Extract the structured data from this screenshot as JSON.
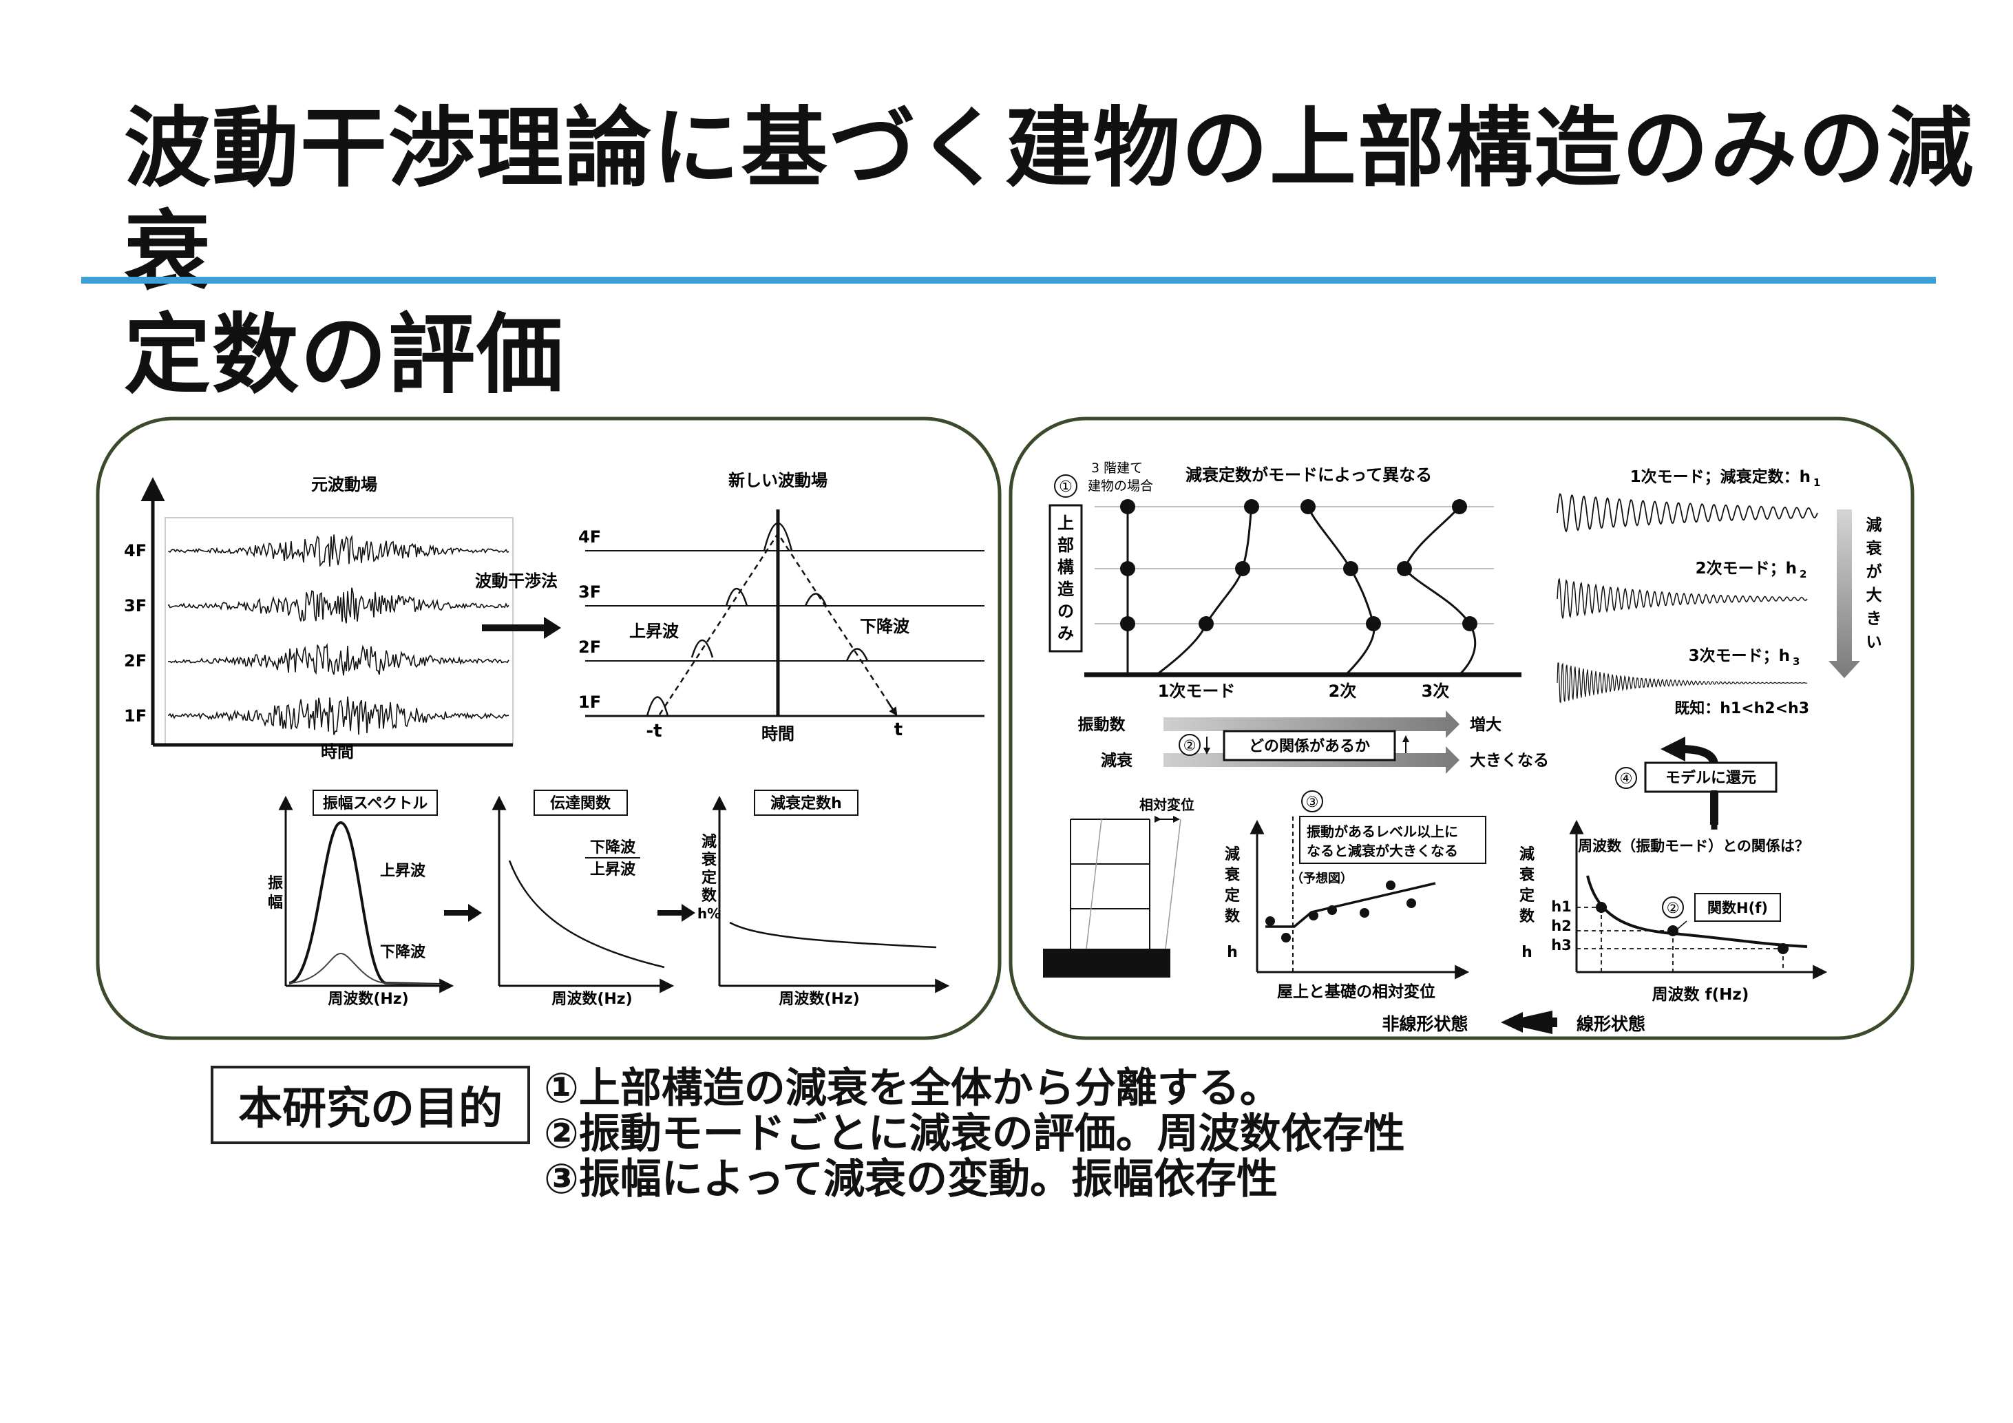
{
  "title": {
    "line1": "波動干渉理論に基づく建物の上部構造のみの減衰",
    "line2": "定数の評価"
  },
  "left_panel": {
    "original_field": "元波動場",
    "new_field": "新しい波動場",
    "floors": [
      "4F",
      "3F",
      "2F",
      "1F"
    ],
    "time": "時間",
    "method": "波動干渉法",
    "upgoing": "上昇波",
    "downgoing": "下降波",
    "minus_t": "-t",
    "t": "t",
    "spectrum_title": "振幅スペクトル",
    "transfer_title": "伝達関数",
    "damping_title": "減衰定数h",
    "amplitude_ylabel": [
      "振",
      "幅"
    ],
    "freq_label": "周波数(Hz)",
    "ratio_num": "下降波",
    "ratio_den": "上昇波",
    "damping_ylabel": [
      "減",
      "衰",
      "定",
      "数",
      "h%"
    ]
  },
  "right_panel": {
    "step1": "①",
    "three_story": [
      "3 階建て",
      "建物の場合"
    ],
    "mode_note": "減衰定数がモードによって異なる",
    "superstructure_only": [
      "上",
      "部",
      "構",
      "造",
      "の",
      "み"
    ],
    "mode1": "1次モード",
    "mode2": "2次",
    "mode3": "3次",
    "wave1": [
      "1次モード；減衰定数：h",
      "1"
    ],
    "wave2": [
      "2次モード；h",
      "2"
    ],
    "wave3": [
      "3次モード；h",
      "3"
    ],
    "known": "既知：h1<h2<h3",
    "damping_larger": [
      "減",
      "衰",
      "が",
      "大",
      "き",
      "い"
    ],
    "frequency": "振動数",
    "damping": "減衰",
    "step2": "②",
    "relation": "どの関係があるか",
    "increase": "増大",
    "becomes_larger": "大きくなる",
    "step4": "④",
    "return_model": "モデルに還元",
    "step3": "③",
    "relative_disp": "相対変位",
    "amp_note": [
      "振動があるレベル以上に",
      "なると減衰が大きくなる"
    ],
    "forecast": "（予想図）",
    "damping_h_label": [
      "減",
      "衰",
      "定",
      "数",
      "h"
    ],
    "xlabel_rel": "屋上と基礎の相対変位",
    "freq_mode_question": "周波数（振動モード）との関係は？",
    "func_label": "関数H(f)",
    "h_ticks": [
      "h1",
      "h2",
      "h3"
    ],
    "xlabel_freq": "周波数 f(Hz)",
    "nonlinear": "非線形状態",
    "linear": "線形状態"
  },
  "purpose_label": "本研究の目的",
  "goals": [
    "①上部構造の減衰を全体から分離する。",
    "②振動モードごとに減衰の評価。周波数依存性",
    "③振幅によって減衰の変動。振幅依存性"
  ],
  "colors": {
    "accent_rule": "#3ba0d6",
    "panel_border": "#3a4a2a",
    "ink": "#111111"
  }
}
